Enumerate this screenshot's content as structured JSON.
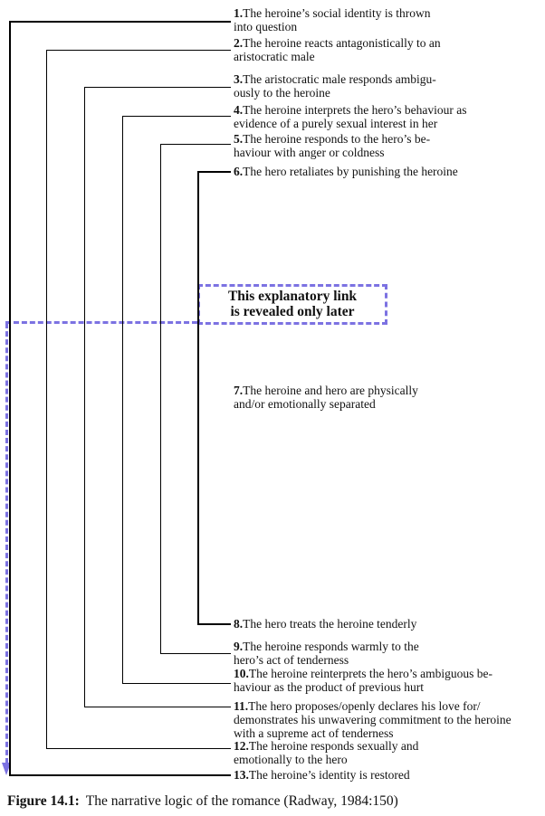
{
  "figure": {
    "items": [
      {
        "num": "1.",
        "lines": [
          "The heroine’s social identity is thrown",
          "into question"
        ]
      },
      {
        "num": "2.",
        "lines": [
          "The heroine reacts antagonistically to an",
          "aristocratic male"
        ]
      },
      {
        "num": "3.",
        "lines": [
          "The aristocratic male responds ambigu-",
          "ously to the heroine"
        ]
      },
      {
        "num": "4.",
        "lines": [
          "The heroine interprets the hero’s behaviour as",
          "evidence of a purely sexual interest in her"
        ]
      },
      {
        "num": "5.",
        "lines": [
          "The heroine responds to the hero’s be-",
          "haviour with anger or coldness"
        ]
      },
      {
        "num": "6.",
        "lines": [
          "The hero retaliates by punishing the heroine"
        ]
      },
      {
        "num": "7.",
        "lines": [
          "The heroine and hero are physically",
          "and/or emotionally separated"
        ]
      },
      {
        "num": "8.",
        "lines": [
          "The hero treats the heroine tenderly"
        ]
      },
      {
        "num": "9.",
        "lines": [
          "The heroine responds warmly to the",
          "hero’s act of tenderness"
        ]
      },
      {
        "num": "10.",
        "lines": [
          "The heroine reinterprets the hero’s ambiguous be-",
          "haviour as the product of previous hurt"
        ]
      },
      {
        "num": "11.",
        "lines": [
          "The hero proposes/openly declares his love for/",
          "demonstrates his unwavering commitment to the heroine",
          "with a supreme act of tenderness"
        ]
      },
      {
        "num": "12.",
        "lines": [
          "The heroine responds sexually and",
          "emotionally to the hero"
        ]
      },
      {
        "num": "13.",
        "lines": [
          "The heroine’s identity is restored"
        ]
      }
    ],
    "callout": {
      "lines": [
        "This explanatory link",
        "is revealed only later"
      ]
    },
    "caption": {
      "label": "Figure 14.1:",
      "text": "The narrative logic of the romance (Radway, 1984:150)"
    },
    "colors": {
      "line": "#000000",
      "dashed_accent": "#7c72e2",
      "text": "#111111",
      "background": "#ffffff"
    }
  }
}
